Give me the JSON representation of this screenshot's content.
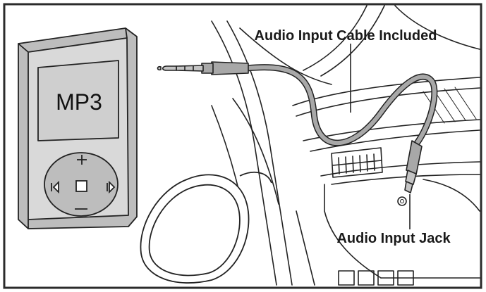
{
  "labels": {
    "cable": "Audio Input Cable Included",
    "jack": "Audio Input Jack"
  },
  "device": {
    "screen_text": "MP3"
  },
  "colors": {
    "frame": "#2b2b2b",
    "device_body": "#bdbdbd",
    "device_face": "#d9d9d9",
    "screen": "#cfcfcf",
    "cable": "#a8a8a8",
    "line": "#222222"
  },
  "icons": [
    "plus-icon",
    "minus-icon",
    "prev-icon",
    "next-icon",
    "stop-icon"
  ]
}
